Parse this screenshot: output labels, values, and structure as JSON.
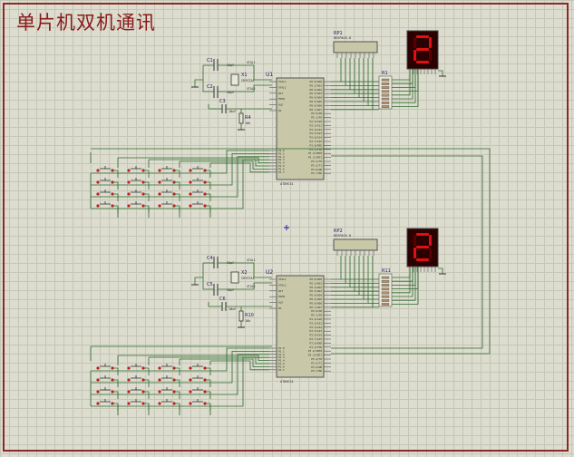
{
  "title": "单片机双机通讯",
  "colors": {
    "wire": "#2f6b2f",
    "chip": "#c8c8a8",
    "border": "#8b2a2a",
    "seg_on": "#e01010",
    "seg_off": "#5a0000",
    "title": "#8b1a1a"
  },
  "boards": [
    {
      "id": "top",
      "chip_label": "U1",
      "chip_sub": "AT89C51",
      "rp_label": "RP1",
      "rp_sub": "RESPACK-8",
      "crystal": "X1",
      "caps": [
        "C1",
        "C2",
        "C3"
      ],
      "res": "R4",
      "res_array": "R1",
      "display_digit": "2"
    },
    {
      "id": "bottom",
      "chip_label": "U2",
      "chip_sub": "AT89C51",
      "rp_label": "RP2",
      "rp_sub": "RESPACK-8",
      "crystal": "X2",
      "caps": [
        "C4",
        "C5",
        "C6"
      ],
      "res": "R10",
      "res_array": "R11",
      "display_digit": "2"
    }
  ],
  "pins_left": [
    "XTAL1",
    "XTAL2",
    "RST",
    "PSEN",
    "ALE",
    "EA",
    "P1.0",
    "P1.1",
    "P1.2",
    "P1.3",
    "P1.4",
    "P1.5",
    "P1.6",
    "P1.7"
  ],
  "pins_right": [
    "P0.0/AD0",
    "P0.1/AD1",
    "P0.2/AD2",
    "P0.3/AD3",
    "P0.4/AD4",
    "P0.5/AD5",
    "P0.6/AD6",
    "P0.7/AD7",
    "P2.0/A8",
    "P2.1/A9",
    "P2.2/A10",
    "P2.3/A11",
    "P2.4/A12",
    "P2.5/A13",
    "P2.6/A14",
    "P2.7/A15",
    "P3.0/RXD",
    "P3.1/TXD",
    "P3.2/INT0",
    "P3.3/INT1",
    "P3.4/T0",
    "P3.5/T1",
    "P3.6/WR",
    "P3.7/RD"
  ]
}
